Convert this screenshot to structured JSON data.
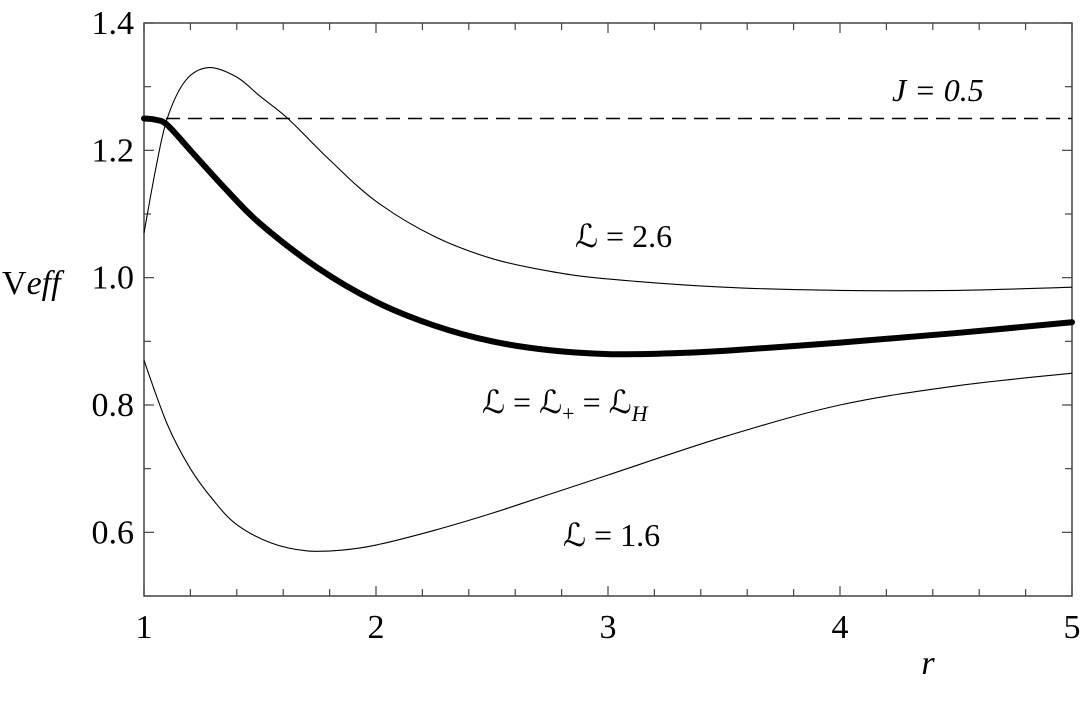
{
  "chart_data": {
    "type": "line",
    "title": "",
    "xlabel": "r",
    "ylabel": "Veff",
    "xlim": [
      1,
      5
    ],
    "ylim": [
      0.5,
      1.4
    ],
    "x_ticks": [
      "1",
      "2",
      "3",
      "4",
      "5"
    ],
    "y_ticks": [
      "0.6",
      "0.8",
      "1.0",
      "1.2",
      "1.4"
    ],
    "grid": false,
    "series": [
      {
        "name": "L = 2.6",
        "style": "thin",
        "x": [
          1,
          1.05,
          1.1,
          1.18,
          1.28,
          1.4,
          1.5,
          1.62,
          1.8,
          2,
          2.25,
          2.5,
          2.75,
          3,
          3.5,
          4,
          4.5,
          5
        ],
        "y": [
          1.07,
          1.17,
          1.25,
          1.31,
          1.33,
          1.315,
          1.285,
          1.25,
          1.185,
          1.12,
          1.065,
          1.03,
          1.01,
          0.998,
          0.985,
          0.98,
          0.98,
          0.985
        ]
      },
      {
        "name": "L = L+ = LH",
        "style": "bold",
        "x": [
          1,
          1.05,
          1.1,
          1.2,
          1.35,
          1.5,
          1.75,
          2,
          2.25,
          2.5,
          2.75,
          3,
          3.25,
          3.5,
          4,
          4.5,
          5
        ],
        "y": [
          1.25,
          1.248,
          1.24,
          1.2,
          1.14,
          1.085,
          1.015,
          0.962,
          0.925,
          0.9,
          0.886,
          0.88,
          0.881,
          0.885,
          0.898,
          0.913,
          0.93
        ]
      },
      {
        "name": "L = 1.6",
        "style": "thin",
        "x": [
          1,
          1.1,
          1.2,
          1.3,
          1.4,
          1.55,
          1.7,
          1.85,
          2,
          2.25,
          2.5,
          2.75,
          3,
          3.5,
          4,
          4.5,
          5
        ],
        "y": [
          0.87,
          0.77,
          0.7,
          0.65,
          0.612,
          0.583,
          0.571,
          0.572,
          0.58,
          0.603,
          0.63,
          0.66,
          0.69,
          0.75,
          0.8,
          0.83,
          0.85
        ]
      },
      {
        "name": "J = 0.5",
        "style": "dashed",
        "x": [
          1,
          5
        ],
        "y": [
          1.25,
          1.25
        ]
      }
    ],
    "annotations": [
      {
        "text": "J = 0.5",
        "x": 4.3,
        "y": 1.28
      },
      {
        "text": "L = 2.6",
        "x": 2.82,
        "y": 1.065
      },
      {
        "text": "L = L+ = LH",
        "x": 2.65,
        "y": 0.8
      },
      {
        "text": "L = 1.6",
        "x": 2.93,
        "y": 0.595
      }
    ]
  },
  "labels": {
    "xlabel": "r",
    "ylabel_main": "V",
    "ylabel_sub": "eff",
    "ann_j": "J = 0.5",
    "ann_l26": "ℒ = 2.6",
    "ann_l16": "ℒ = 1.6",
    "ann_lh_main": "ℒ = ℒ",
    "ann_lh_plus": "+",
    "ann_lh_eq": " = ℒ",
    "ann_lh_sub": "H"
  }
}
